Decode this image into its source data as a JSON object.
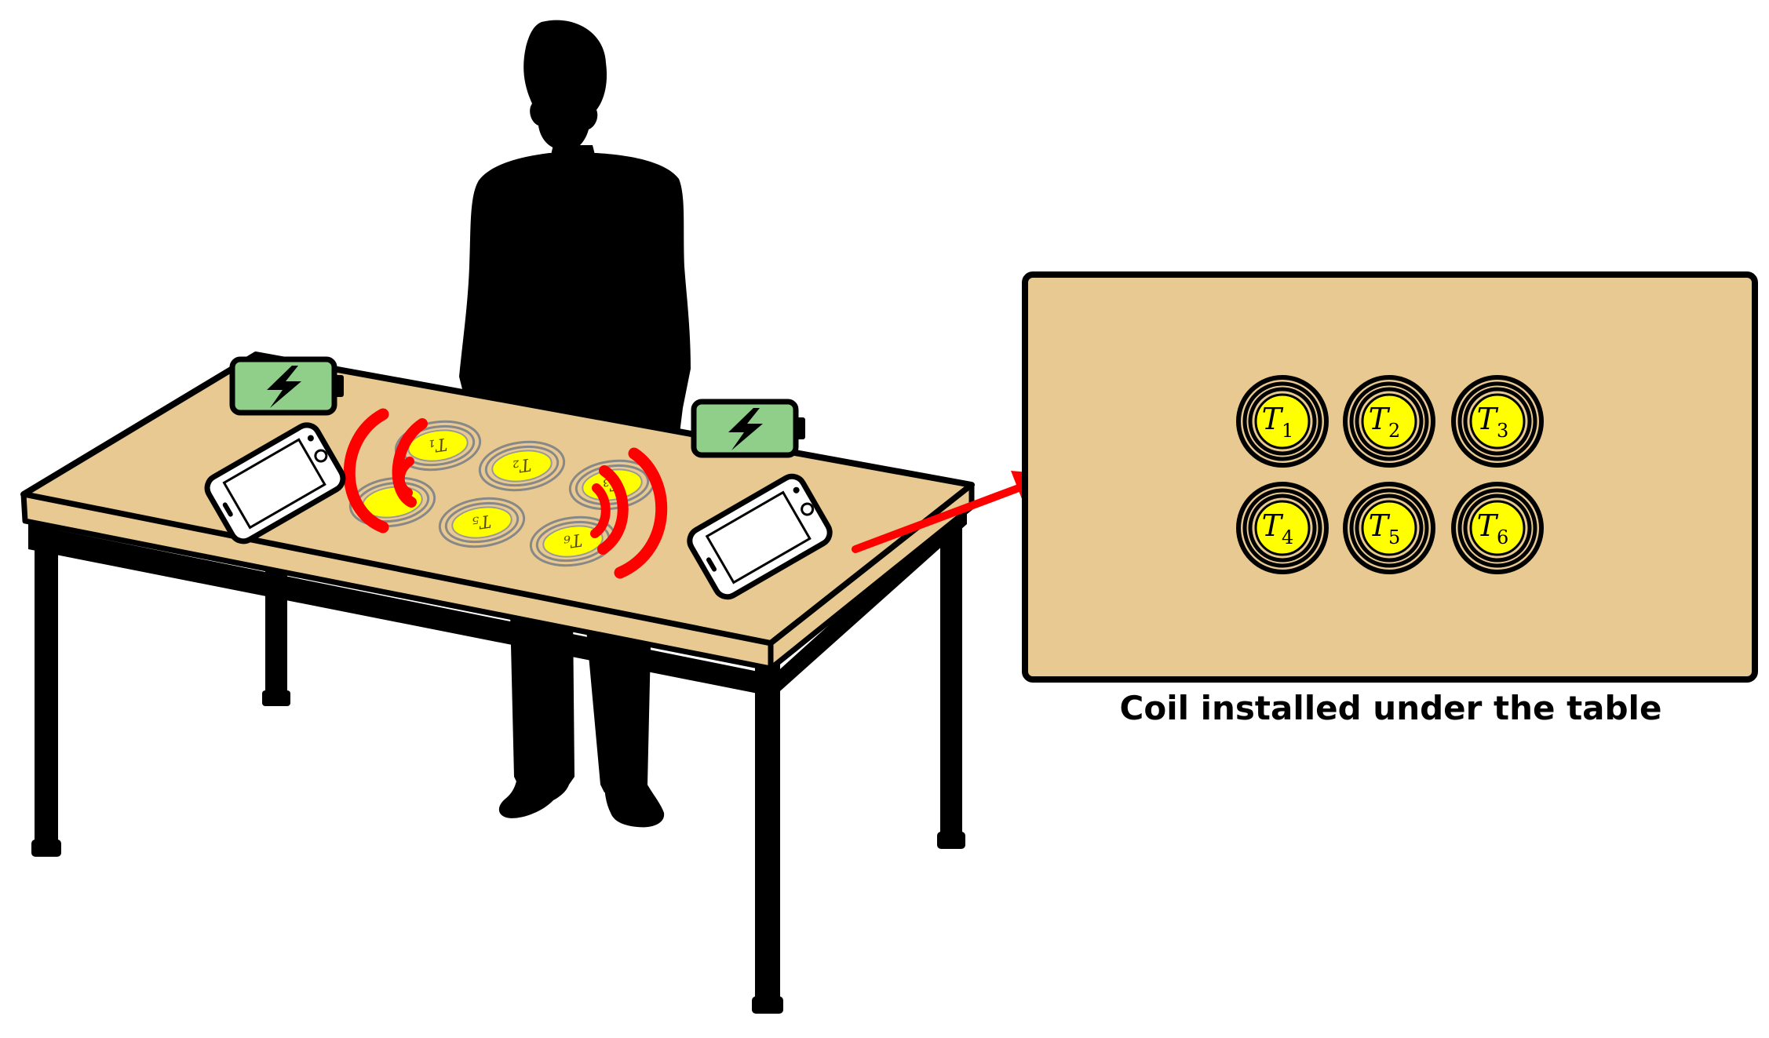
{
  "caption": "Coil installed under the table",
  "coils": [
    {
      "id": "T1",
      "base": "T",
      "sub": "1"
    },
    {
      "id": "T2",
      "base": "T",
      "sub": "2"
    },
    {
      "id": "T3",
      "base": "T",
      "sub": "3"
    },
    {
      "id": "T4",
      "base": "T",
      "sub": "4"
    },
    {
      "id": "T5",
      "base": "T",
      "sub": "5"
    },
    {
      "id": "T6",
      "base": "T",
      "sub": "6"
    }
  ],
  "colors": {
    "table_top": "#e8c991",
    "panel_fill": "#e8c991",
    "coil_fill": "#ffff00",
    "battery_fill": "#8fcf8a",
    "wave_color": "#ff0000",
    "arrow_color": "#ff0000",
    "outline": "#000000"
  },
  "icons": [
    "person-silhouette-icon",
    "battery-charging-icon",
    "smartphone-icon",
    "wireless-wave-icon"
  ]
}
